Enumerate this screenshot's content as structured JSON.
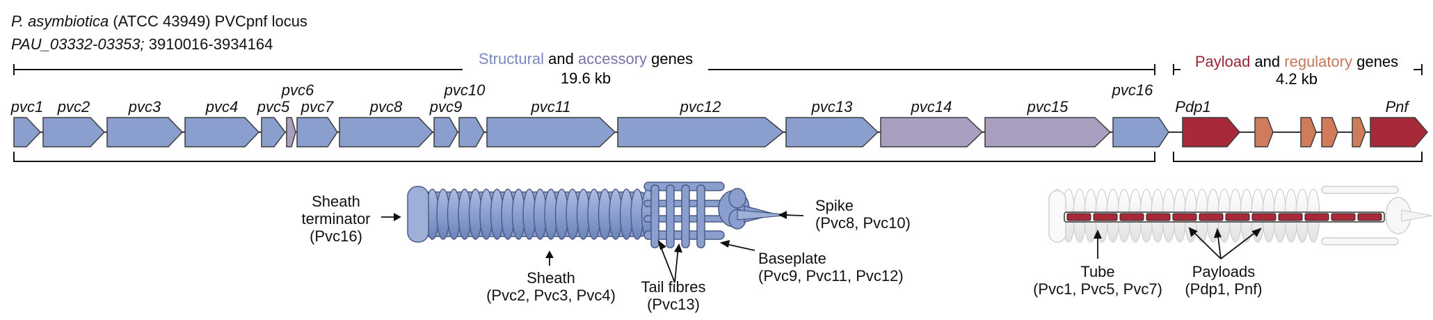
{
  "header": {
    "species_italic": "P. asymbiotica",
    "strain_rest": " (ATCC 43949) PVCpnf locus",
    "locus_italic": "PAU_03332-03353;",
    "coords_rest": " 3910016-3934164"
  },
  "structural_region": {
    "label_word1": "Structural",
    "label_and": " and ",
    "label_word2": "accessory",
    "label_genes": " genes",
    "size": "19.6 kb"
  },
  "payload_region": {
    "label_word1": "Payload",
    "label_and": " and ",
    "label_word2": "regulatory",
    "label_genes": " genes",
    "size": "4.2 kb"
  },
  "colors": {
    "structural": "#8b9fcf",
    "accessory": "#ab9fc0",
    "payload": "#a82a3a",
    "regulatory": "#cf7b5c",
    "structural_text": "#7a8ac0",
    "accessory_text": "#7b72a8",
    "payload_text": "#9a2436",
    "regulatory_text": "#c37a5a"
  },
  "genes": [
    {
      "label": "pvc1",
      "type": "structural"
    },
    {
      "label": "pvc2",
      "type": "structural"
    },
    {
      "label": "pvc3",
      "type": "structural"
    },
    {
      "label": "pvc4",
      "type": "structural"
    },
    {
      "label": "pvc5",
      "type": "structural"
    },
    {
      "label": "pvc6",
      "type": "accessory"
    },
    {
      "label": "pvc7",
      "type": "structural"
    },
    {
      "label": "pvc8",
      "type": "structural"
    },
    {
      "label": "pvc9",
      "type": "structural"
    },
    {
      "label": "pvc10",
      "type": "structural"
    },
    {
      "label": "pvc11",
      "type": "structural"
    },
    {
      "label": "pvc12",
      "type": "structural"
    },
    {
      "label": "pvc13",
      "type": "structural"
    },
    {
      "label": "pvc14",
      "type": "accessory"
    },
    {
      "label": "pvc15",
      "type": "accessory"
    },
    {
      "label": "pvc16",
      "type": "structural"
    },
    {
      "label": "Pdp1",
      "type": "payload"
    },
    {
      "label": "",
      "type": "regulatory"
    },
    {
      "label": "",
      "type": "regulatory"
    },
    {
      "label": "",
      "type": "regulatory"
    },
    {
      "label": "",
      "type": "regulatory"
    },
    {
      "label": "Pnf",
      "type": "payload"
    }
  ],
  "left_annotations": {
    "sheath_terminator": [
      "Sheath",
      "terminator",
      "(Pvc16)"
    ],
    "sheath": [
      "Sheath",
      "(Pvc2, Pvc3, Pvc4)"
    ],
    "tail_fibres": [
      "Tail fibres",
      "(Pvc13)"
    ],
    "baseplate": [
      "Baseplate",
      "(Pvc9, Pvc11, Pvc12)"
    ],
    "spike": [
      "Spike",
      "(Pvc8, Pvc10)"
    ]
  },
  "right_annotations": {
    "tube": [
      "Tube",
      "(Pvc1, Pvc5, Pvc7)"
    ],
    "payloads": [
      "Payloads",
      "(Pdp1, Pnf)"
    ]
  }
}
